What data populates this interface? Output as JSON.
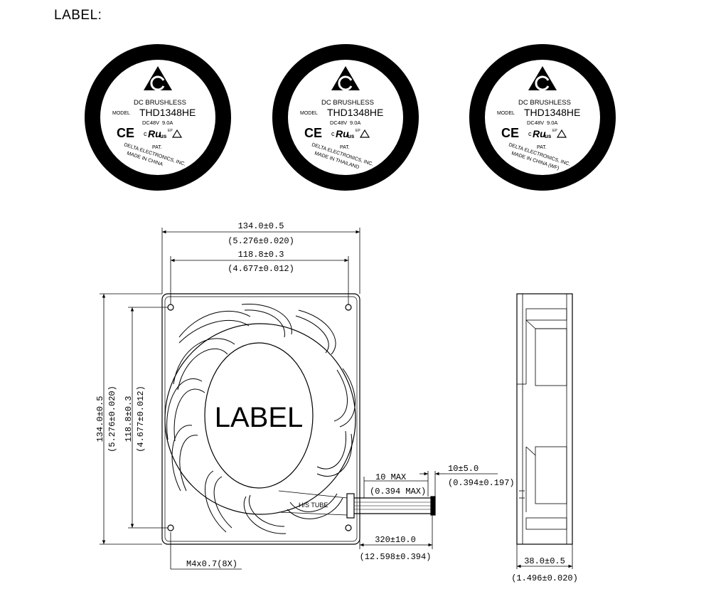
{
  "page_title": "LABEL:",
  "labels": [
    {
      "series": "DC BRUSHLESS",
      "model_prefix": "MODEL",
      "model": "THD1348HE",
      "rating_v": "DC48V",
      "rating_a": "9.0A",
      "pat": "PAT.",
      "maker": "DELTA ELECTRONICS, INC.",
      "origin": "MADE IN CHINA"
    },
    {
      "series": "DC BRUSHLESS",
      "model_prefix": "MODEL",
      "model": "THD1348HE",
      "rating_v": "DC48V",
      "rating_a": "9.0A",
      "pat": "PAT.",
      "maker": "DELTA ELECTRONICS, INC.",
      "origin": "MADE IN THAILAND"
    },
    {
      "series": "DC BRUSHLESS",
      "model_prefix": "MODEL",
      "model": "THD1348HE",
      "rating_v": "DC48V",
      "rating_a": "9.0A",
      "pat": "PAT.",
      "maker": "DELTA ELECTRONICS, INC.",
      "origin": "MADE IN CHINA (WF)"
    }
  ],
  "marks": {
    "ce": "CE",
    "c": "c",
    "us": "us",
    "ep": "EP"
  },
  "drawing": {
    "hub_label": "LABEL",
    "width_overall": "134.0±0.5",
    "width_overall_in": "(5.276±0.020)",
    "hole_pitch": "118.8±0.3",
    "hole_pitch_in": "(4.677±0.012)",
    "height_overall": "134.0±0.5",
    "height_overall_in": "(5.276±0.020)",
    "height_pitch": "118.8±0.3",
    "height_pitch_in": "(4.677±0.012)",
    "tube_max": "10 MAX",
    "tube_max_in": "(0.394 MAX)",
    "strip": "10±5.0",
    "strip_in": "(0.394±0.197)",
    "lead_length": "320±10.0",
    "lead_length_in": "(12.598±0.394)",
    "tube_label": "H/S TUBE",
    "screw": "M4x0.7(8X)",
    "depth": "38.0±0.5",
    "depth_in": "(1.496±0.020)"
  }
}
